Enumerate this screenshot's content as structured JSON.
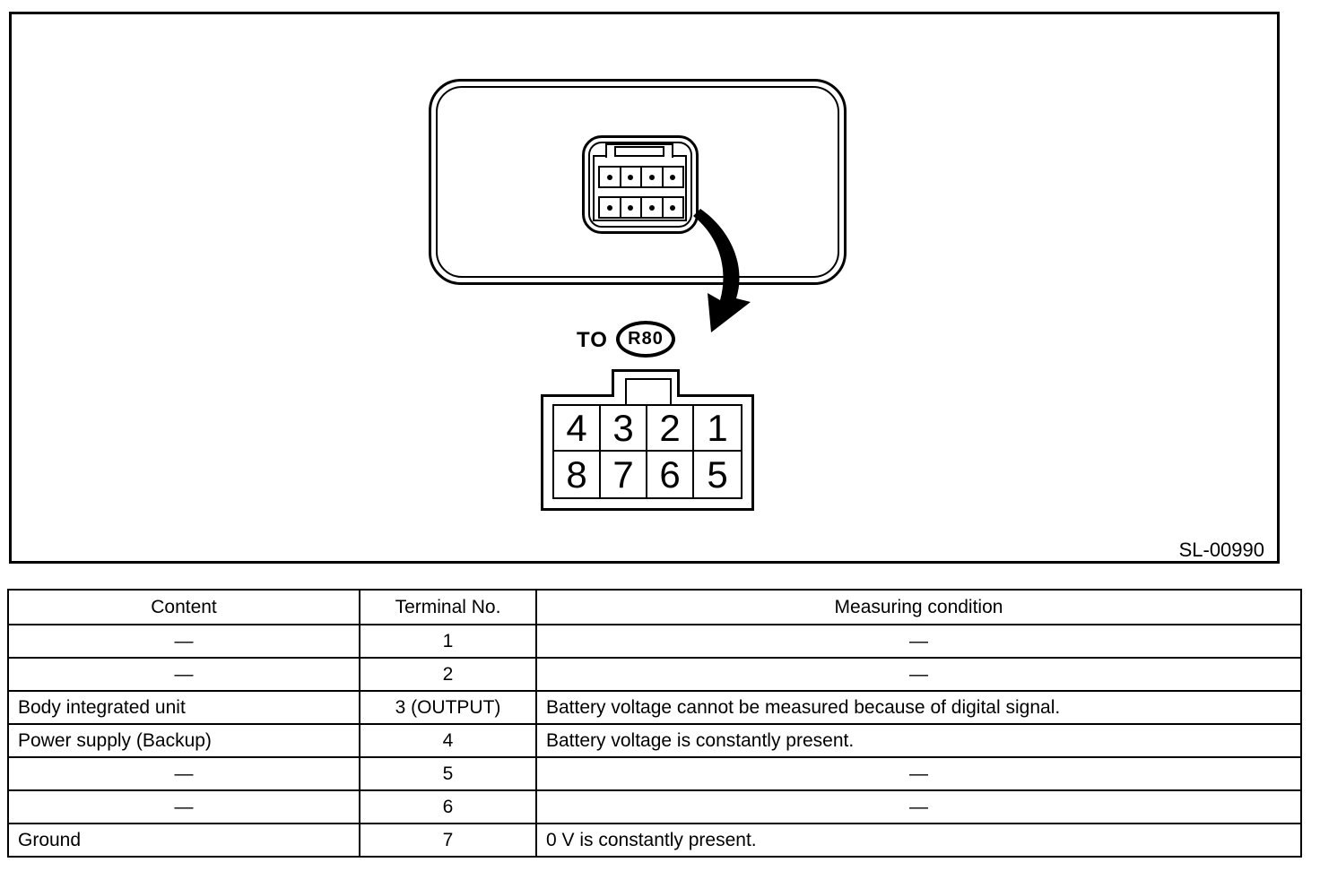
{
  "colors": {
    "ink": "#000000",
    "paper": "#ffffff"
  },
  "figure": {
    "code": "SL-00990",
    "to_label": "TO",
    "connector_ref": "R80",
    "pinout": {
      "cells": [
        "4",
        "3",
        "2",
        "1",
        "8",
        "7",
        "6",
        "5"
      ]
    }
  },
  "table": {
    "headers": [
      "Content",
      "Terminal No.",
      "Measuring condition"
    ],
    "rows": [
      {
        "content": "—",
        "terminal": "1",
        "condition": "—"
      },
      {
        "content": "—",
        "terminal": "2",
        "condition": "—"
      },
      {
        "content": "Body integrated unit",
        "terminal": "3 (OUTPUT)",
        "condition": "Battery voltage cannot be measured because of digital signal."
      },
      {
        "content": "Power supply (Backup)",
        "terminal": "4",
        "condition": "Battery voltage is constantly present."
      },
      {
        "content": "—",
        "terminal": "5",
        "condition": "—"
      },
      {
        "content": "—",
        "terminal": "6",
        "condition": "—"
      },
      {
        "content": "Ground",
        "terminal": "7",
        "condition": "0 V is constantly present."
      }
    ]
  }
}
